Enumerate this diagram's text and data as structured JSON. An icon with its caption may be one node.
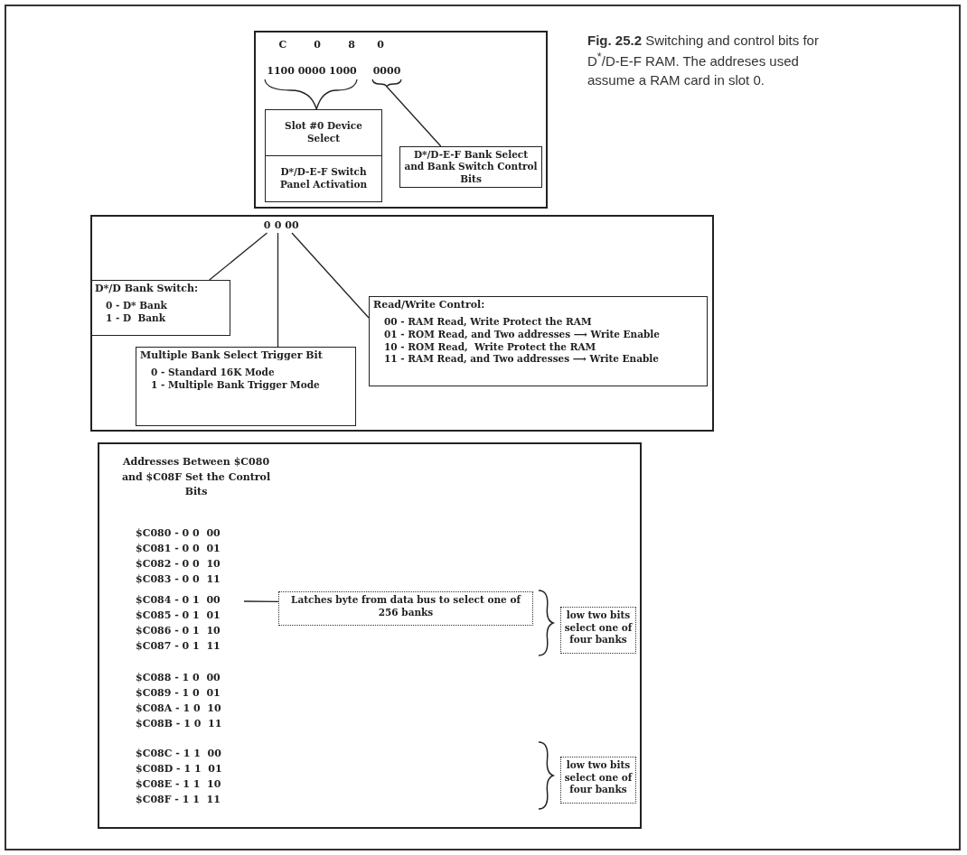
{
  "diagram": {
    "caption": "**Fig. 25.2** Switching and control bits for D$^{*}$/D-E-F RAM. The addreses used assume a RAM card in slot 0.",
    "nodes": [
      {
        "text": [],
        "shape": "box"
      },
      {
        "text": [
          "1100 0000 1000"
        ],
        "in": 0
      },
      {
        "text": [
          "0000"
        ],
        "in": 0
      },
      {
        "text": [
          "Slot #0 Device Select"
        ],
        "in": 0
      },
      {
        "text": [
          "D*/D-E-F Switch Panel Activation"
        ],
        "in": 0
      },
      {
        "text": [
          "D*/D-E-F Bank Select and Bank Switch Control Bits"
        ],
        "in": 0
      },
      {
        "text": [],
        "shape": "box"
      },
      {
        "text": [
          "0"
        ],
        "in": 6
      },
      {
        "text": [
          "0"
        ],
        "in": 6
      },
      {
        "text": [
          "00"
        ],
        "in": 6
      },
      {
        "text": [
          "D*/D Bank Switch:",
          "0 - D* Bank",
          "1 - D  Bank"
        ],
        "in": 6
      },
      {
        "text": [
          "Multiple Bank Select Trigger Bit",
          "0 - Standard 16K Mode",
          "1 - Multiple Bank Trigger Mode"
        ],
        "in": 6
      },
      {
        "text": [
          "Read/Write Control:",
          "00 - RAM Read, Write Protect the RAM",
          "01 - ROM Read, and Two addresses ⟶ Write Enable",
          "10 - ROM Read,  Write Protect the RAM",
          "11 - RAM Read, and Two addresses ⟶ Write Enable"
        ],
        "in": 6
      },
      {
        "text": [
          "Addresses Between $C080 and $C08F Set the Control Bits"
        ]
      },
      {
        "text": [
          "$C084 - 0 1  00"
        ],
        "in": 13
      },
      {
        "text": [
          "Latches byte from data bus to select one of 256 banks"
        ],
        "in": 13
      },
      {
        "text": [
          "low two bits select one of four banks"
        ],
        "in": 13
      },
      {
        "text": [
          "low two bits select one of four banks"
        ],
        "in": 13
      }
    ],
    "edges": [
      {
        "from": 1,
        "to": 3,
        "arrow": "none"
      },
      {
        "from": 2,
        "to": 5,
        "arrow": "none"
      },
      {
        "from": 7,
        "to": 10,
        "arrow": "none"
      },
      {
        "from": 8,
        "to": 11,
        "arrow": "none"
      },
      {
        "from": 9,
        "to": 12,
        "arrow": "none"
      },
      {
        "from": 14,
        "to": 15,
        "arrow": "none"
      }
    ],
    "labels": [
      "C",
      "0",
      "8",
      "0",
      "$C080 - 0 0  00",
      "$C081 - 0 0  01",
      "$C082 - 0 0  10",
      "$C083 - 0 0  11",
      "$C085 - 0 1  01",
      "$C086 - 0 1  10",
      "$C087 - 0 1  11",
      "$C088 - 1 0  00",
      "$C089 - 1 0  01",
      "$C08A - 1 0  10",
      "$C08B - 1 0  11",
      "$C08C - 1 1  00",
      "$C08D - 1 1  01",
      "$C08E - 1 1  10",
      "$C08F - 1 1  11"
    ]
  }
}
